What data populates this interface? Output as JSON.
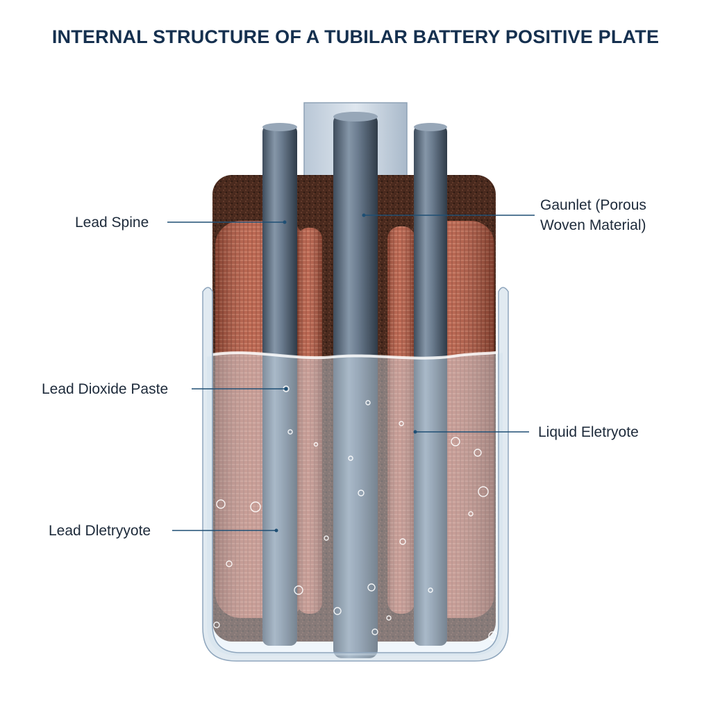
{
  "title": "INTERNAL STRUCTURE OF A TUBILAR BATTERY POSITIVE PLATE",
  "labels": {
    "lead_spine": "Lead Spine",
    "gauntlet_line1": "Gaunlet (Porous",
    "gauntlet_line2": "Woven Material)",
    "lead_dioxide_paste": "Lead Dioxide Paste",
    "liquid_electrolyte": "Liquid Eletryote",
    "lead_dletryyote": "Lead Dletryyote"
  },
  "colors": {
    "title": "#15304f",
    "gauntlet": "#b5573f",
    "paste": "#4a2a1e",
    "spine": "#5e6f82",
    "electrolyte": "#dbe9f5",
    "container": "#8fa6bd"
  }
}
